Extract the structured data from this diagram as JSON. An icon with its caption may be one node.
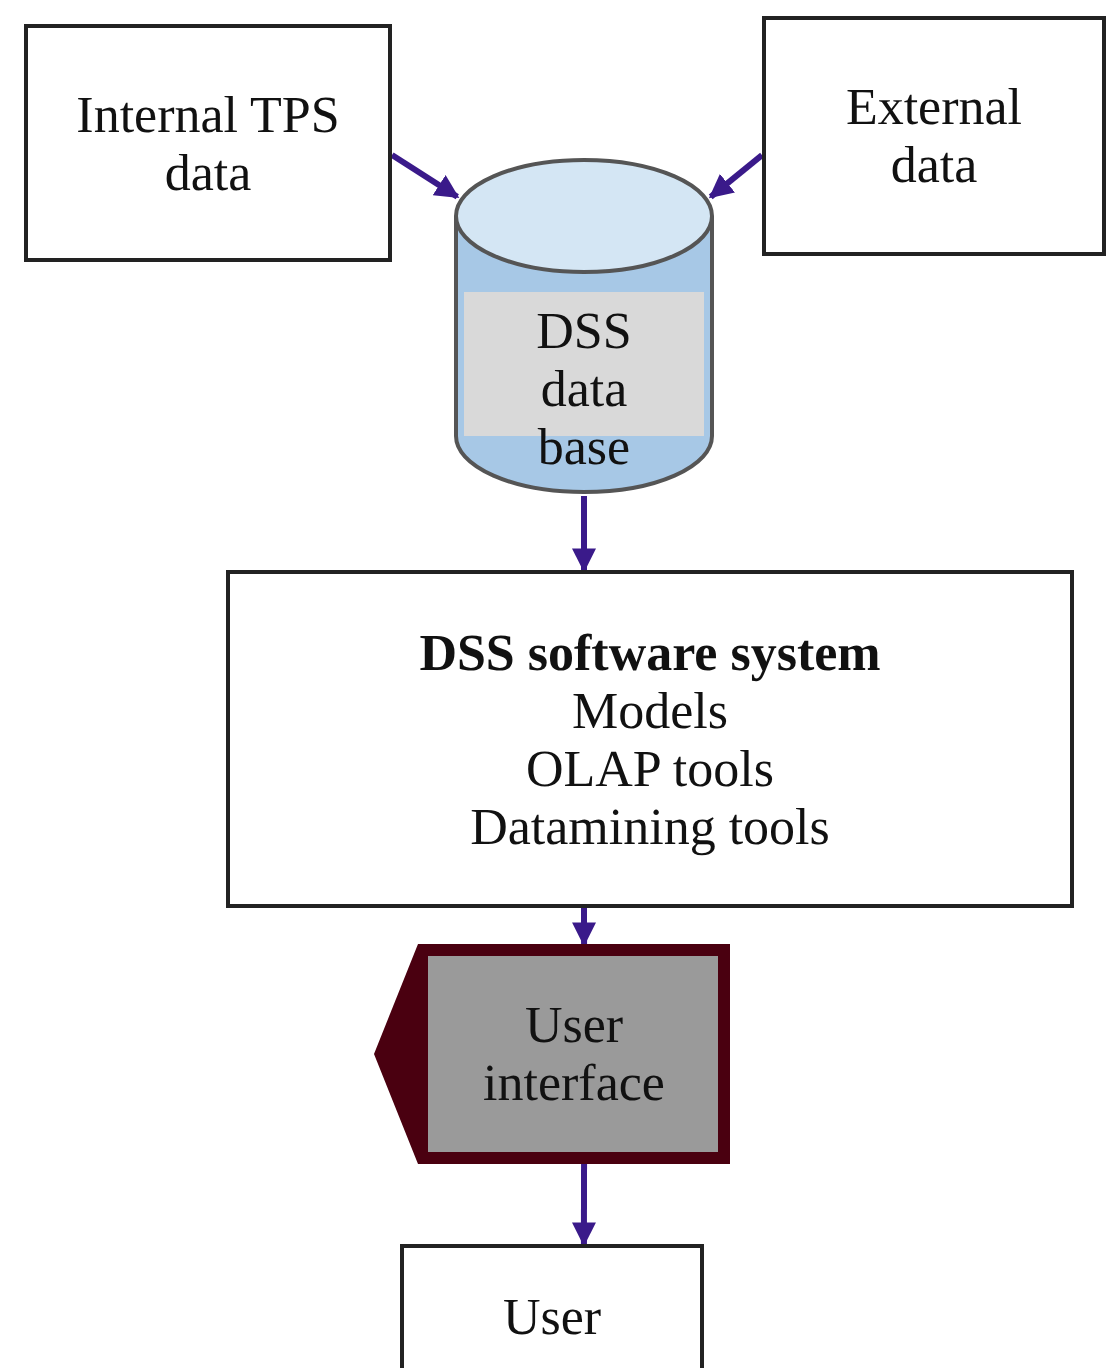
{
  "diagram": {
    "nodes": [
      {
        "text": [
          "Internal TPS data"
        ]
      },
      {
        "text": [
          "External data"
        ]
      },
      {
        "text": [
          "DSS data base"
        ]
      },
      {
        "text": [
          "DSS software system",
          "Models",
          "OLAP tools",
          "Datamining tools"
        ]
      },
      {
        "text": [
          "User interface"
        ]
      },
      {
        "text": [
          "User"
        ]
      }
    ],
    "edges": [
      {
        "from": 0,
        "to": 2,
        "arrow": "to"
      },
      {
        "from": 1,
        "to": 2,
        "arrow": "to"
      },
      {
        "from": 2,
        "to": 3,
        "arrow": "to"
      },
      {
        "from": 3,
        "to": 4,
        "arrow": "to"
      },
      {
        "from": 4,
        "to": 5,
        "arrow": "to"
      }
    ]
  }
}
